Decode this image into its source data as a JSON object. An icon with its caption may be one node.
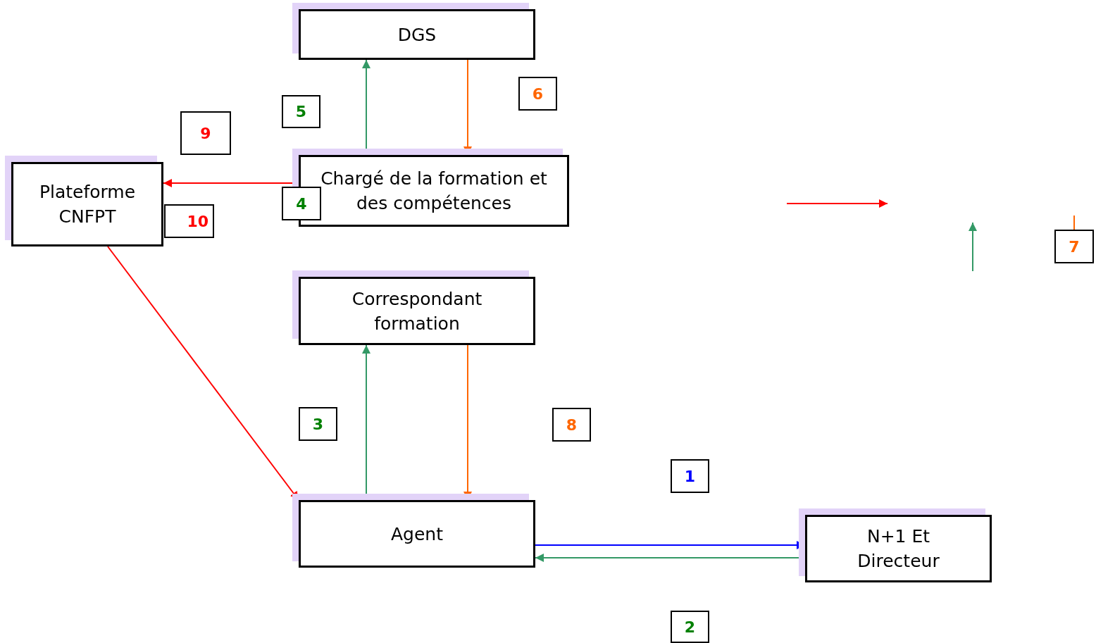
{
  "diagram": {
    "nodes": [
      {
        "text": [
          "DGS"
        ]
      },
      {
        "text": [
          "Chargé de la formation et des compétences"
        ]
      },
      {
        "text": [
          "Plateforme CNFPT"
        ]
      },
      {
        "text": [
          "Correspondant formation"
        ]
      },
      {
        "text": [
          "Agent"
        ]
      },
      {
        "text": [
          "N+1 Et Directeur"
        ]
      },
      {
        "text": [
          "9"
        ]
      },
      {
        "text": [
          "5"
        ]
      },
      {
        "text": [
          "6"
        ]
      },
      {
        "text": [
          "4"
        ]
      },
      {
        "text": [
          "10"
        ]
      },
      {
        "text": [
          "7"
        ]
      },
      {
        "text": [
          "3"
        ]
      },
      {
        "text": [
          "8"
        ]
      },
      {
        "text": [
          "1"
        ]
      },
      {
        "text": [
          "2"
        ]
      }
    ],
    "edges": [
      {
        "from": 1,
        "to": 0,
        "arrow": "to"
      },
      {
        "from": 0,
        "to": 1,
        "arrow": "to",
        "color": "#ff6600"
      },
      {
        "from": 1,
        "to": 2,
        "arrow": "to",
        "color": "#ff0000"
      },
      {
        "from": 2,
        "to": 4,
        "arrow": "to",
        "color": "#ff0000"
      },
      {
        "from": 4,
        "to": 3,
        "arrow": "to"
      },
      {
        "from": 3,
        "to": 4,
        "arrow": "to",
        "color": "#ff6600"
      },
      {
        "from": 4,
        "to": 5,
        "arrow": "to",
        "color": "#0000ff"
      },
      {
        "from": 5,
        "to": 4,
        "arrow": "to"
      }
    ]
  }
}
